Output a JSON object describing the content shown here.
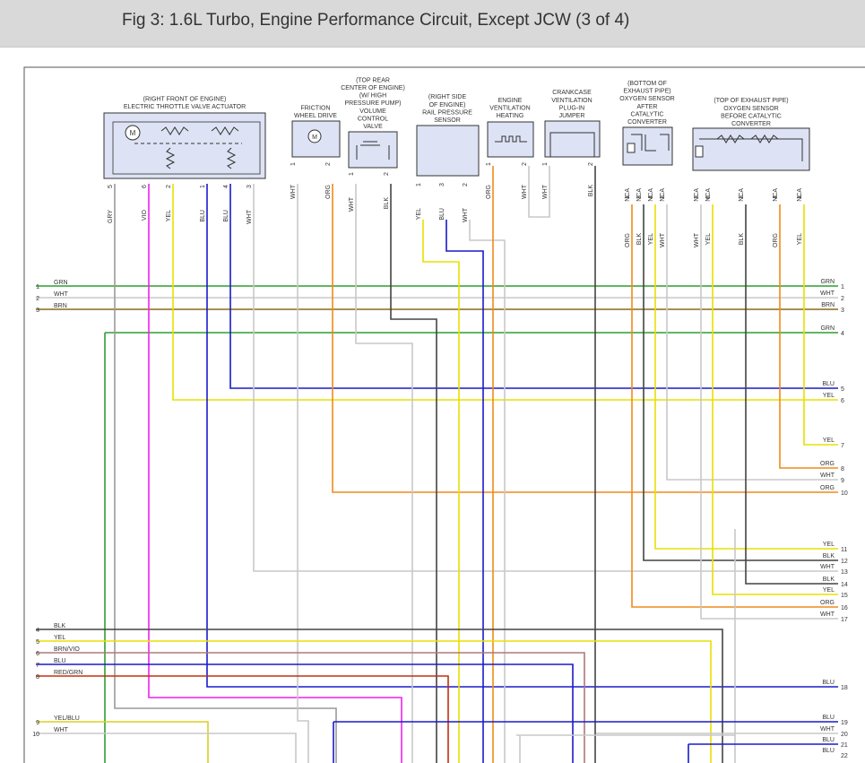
{
  "page": {
    "title": "Fig 3: 1.6L Turbo, Engine Performance Circuit, Except JCW (3 of 4)"
  },
  "colors": {
    "GRN": "#2f9e2f",
    "WHT": "#c8c8c8",
    "BRN": "#8a6a1a",
    "BLU": "#1a1acc",
    "YEL": "#e8e000",
    "ORG": "#f08a1a",
    "BLK": "#444444",
    "VIO": "#ee22ee",
    "GRY": "#9a9a9a",
    "RED/GRN": "#c03010",
    "BRN/VIO": "#b07878",
    "YEL/BLU": "#d8d020"
  },
  "components": [
    {
      "id": "throttle",
      "lines": [
        "(RIGHT FRONT OF ENGINE)",
        "ELECTRIC THROTTLE VALVE ACTUATOR"
      ],
      "pins": [
        {
          "n": "5",
          "c": "GRY"
        },
        {
          "n": "6",
          "c": "VIO"
        },
        {
          "n": "2",
          "c": "YEL"
        },
        {
          "n": "1",
          "c": "BLU"
        },
        {
          "n": "4",
          "c": "BLU"
        },
        {
          "n": "3",
          "c": "WHT"
        }
      ]
    },
    {
      "id": "friction",
      "lines": [
        "FRICTION",
        "WHEEL DRIVE"
      ],
      "pins": [
        {
          "n": "1",
          "c": "WHT"
        },
        {
          "n": "2",
          "c": "ORG"
        }
      ]
    },
    {
      "id": "volume",
      "lines": [
        "(TOP REAR",
        "CENTER OF ENGINE)",
        "(W/ HIGH",
        "PRESSURE PUMP)",
        "VOLUME",
        "CONTROL",
        "VALVE"
      ],
      "pins": [
        {
          "n": "1",
          "c": "WHT"
        },
        {
          "n": "2",
          "c": "BLK"
        }
      ]
    },
    {
      "id": "rail",
      "lines": [
        "(RIGHT SIDE",
        "OF ENGINE)",
        "RAIL PRESSURE",
        "SENSOR"
      ],
      "pins": [
        {
          "n": "1",
          "c": "YEL"
        },
        {
          "n": "3",
          "c": "BLU"
        },
        {
          "n": "2",
          "c": "WHT"
        }
      ]
    },
    {
      "id": "ventheat",
      "lines": [
        "ENGINE",
        "VENTILATION",
        "HEATING"
      ],
      "pins": [
        {
          "n": "1",
          "c": "ORG"
        },
        {
          "n": "2",
          "c": "WHT"
        }
      ]
    },
    {
      "id": "jumper",
      "lines": [
        "CRANKCASE",
        "VENTILATION",
        "PLUG-IN",
        "JUMPER"
      ],
      "pins": [
        {
          "n": "1",
          "c": "WHT"
        },
        {
          "n": "2",
          "c": "BLK"
        }
      ]
    },
    {
      "id": "o2after",
      "lines": [
        "(BOTTOM OF",
        "EXHAUST PIPE)",
        "OXYGEN SENSOR",
        "AFTER",
        "CATALYTIC",
        "CONVERTER"
      ],
      "pins": [
        {
          "n": "1",
          "c": "NCA",
          "w": "ORG"
        },
        {
          "n": "3",
          "c": "NCA",
          "w": "BLK"
        },
        {
          "n": "4",
          "c": "NCA",
          "w": "YEL"
        },
        {
          "n": "2",
          "c": "NCA",
          "w": "WHT"
        }
      ]
    },
    {
      "id": "o2before",
      "lines": [
        "(TOP OF EXHAUST PIPE)",
        "OXYGEN SENSOR",
        "BEFORE CATALYTIC",
        "CONVERTER"
      ],
      "pins": [
        {
          "n": "3",
          "c": "NCA",
          "w": "WHT"
        },
        {
          "n": "6",
          "c": "NCA",
          "w": "YEL"
        },
        {
          "n": "2",
          "c": "NCA",
          "w": "BLK"
        },
        {
          "n": "4",
          "c": "NCA",
          "w": "ORG"
        },
        {
          "n": "1",
          "c": "NCA",
          "w": "YEL"
        }
      ]
    }
  ],
  "left_connectors": [
    {
      "n": "1",
      "c": "GRN"
    },
    {
      "n": "2",
      "c": "WHT"
    },
    {
      "n": "3",
      "c": "BRN"
    },
    {
      "n": "4",
      "c": "BLK"
    },
    {
      "n": "5",
      "c": "YEL"
    },
    {
      "n": "6",
      "c": "BRN/VIO"
    },
    {
      "n": "7",
      "c": "BLU"
    },
    {
      "n": "8",
      "c": "RED/GRN"
    },
    {
      "n": "9",
      "c": "YEL/BLU"
    },
    {
      "n": "10",
      "c": "WHT"
    }
  ],
  "right_connectors": [
    {
      "n": "1",
      "c": "GRN"
    },
    {
      "n": "2",
      "c": "WHT"
    },
    {
      "n": "3",
      "c": "BRN"
    },
    {
      "n": "4",
      "c": "GRN"
    },
    {
      "n": "5",
      "c": "BLU"
    },
    {
      "n": "6",
      "c": "YEL"
    },
    {
      "n": "7",
      "c": "YEL"
    },
    {
      "n": "8",
      "c": "ORG"
    },
    {
      "n": "9",
      "c": "WHT"
    },
    {
      "n": "10",
      "c": "ORG"
    },
    {
      "n": "11",
      "c": "YEL"
    },
    {
      "n": "12",
      "c": "BLK"
    },
    {
      "n": "13",
      "c": "WHT"
    },
    {
      "n": "14",
      "c": "BLK"
    },
    {
      "n": "15",
      "c": "YEL"
    },
    {
      "n": "16",
      "c": "ORG"
    },
    {
      "n": "17",
      "c": "WHT"
    },
    {
      "n": "18",
      "c": "BLU"
    },
    {
      "n": "19",
      "c": "BLU"
    },
    {
      "n": "20",
      "c": "WHT"
    },
    {
      "n": "21",
      "c": "BLU"
    },
    {
      "n": "22",
      "c": "BLU"
    }
  ]
}
